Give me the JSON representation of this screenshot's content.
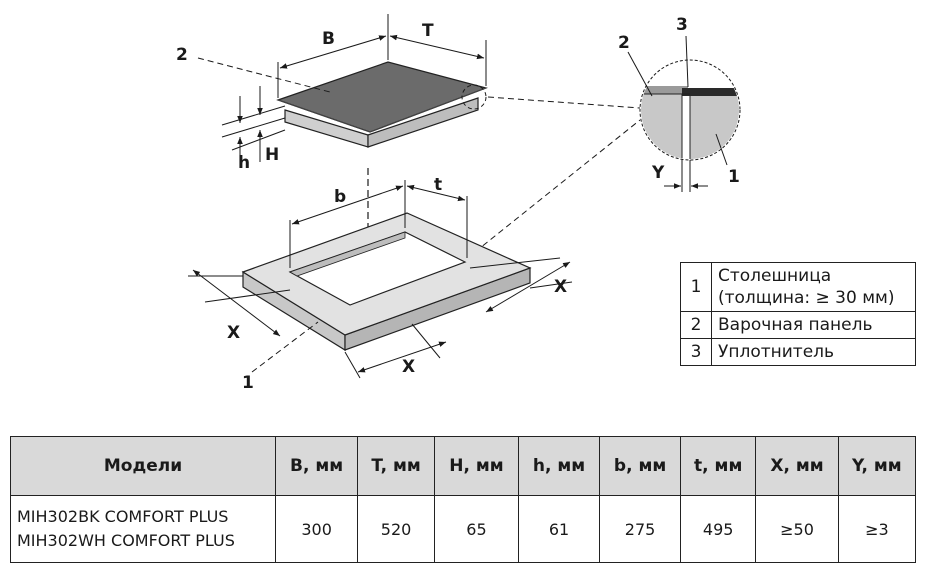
{
  "diagram": {
    "labels": {
      "B": "B",
      "T": "T",
      "H": "H",
      "h": "h",
      "b": "b",
      "t": "t",
      "X": "X",
      "Y": "Y",
      "n1": "1",
      "n2": "2",
      "n3": "3"
    }
  },
  "legend": [
    {
      "num": "1",
      "lines": [
        "Столешница",
        "(толщина: ≥ 30 мм)"
      ]
    },
    {
      "num": "2",
      "lines": [
        "Варочная панель"
      ]
    },
    {
      "num": "3",
      "lines": [
        "Уплотнитель"
      ]
    }
  ],
  "table": {
    "headers": [
      "Модели",
      "B, мм",
      "T, мм",
      "H, мм",
      "h, мм",
      "b, мм",
      "t, мм",
      "X, мм",
      "Y, мм"
    ],
    "row": {
      "models": [
        "MIH302BK COMFORT PLUS",
        "MIH302WH COMFORT PLUS"
      ],
      "values": [
        "300",
        "520",
        "65",
        "61",
        "275",
        "495",
        "≥50",
        "≥3"
      ]
    }
  }
}
